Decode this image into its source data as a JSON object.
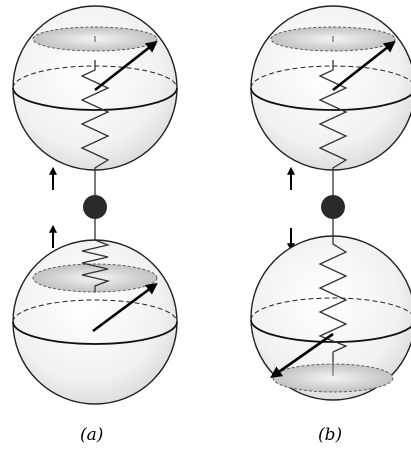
{
  "figure": {
    "panels": [
      {
        "caption": "(a)",
        "left_arrows": [
          "up",
          "up"
        ],
        "top_sphere_disk": "top",
        "bottom_sphere_disk": "top"
      },
      {
        "caption": "(b)",
        "left_arrows": [
          "up",
          "down"
        ],
        "top_sphere_disk": "top",
        "bottom_sphere_disk": "bottom"
      }
    ],
    "colors": {
      "sphere_edge": "#222222",
      "sphere_fill_center": "#ffffff",
      "sphere_fill_edge": "#d6d6d6",
      "disk_fill": "#c8c8c8",
      "node_fill": "#2a2a2a",
      "stroke": "#111111"
    }
  }
}
